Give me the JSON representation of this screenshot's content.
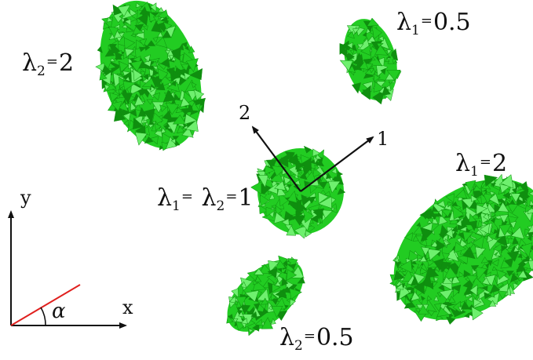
{
  "colors": {
    "blob": "#22cc22",
    "blob_dark": "#0f8f0f",
    "blob_light": "#6ef06e",
    "axes": "#111111",
    "angle_line": "#e0201e",
    "background": "#ffffff"
  },
  "labels": {
    "top_left": {
      "lambda": "λ",
      "sub": "2",
      "eq": "=",
      "value": "2"
    },
    "top_right": {
      "lambda": "λ",
      "sub": "1",
      "eq": "=",
      "value": "0.5"
    },
    "center": {
      "lambda_a": "λ",
      "sub_a": "1",
      "eq_a": "=",
      "lambda_b": "λ",
      "sub_b": "2",
      "eq_b": "=",
      "value": "1"
    },
    "right": {
      "lambda": "λ",
      "sub": "1",
      "eq": "=",
      "value": "2"
    },
    "bottom": {
      "lambda": "λ",
      "sub": "2",
      "eq": "=",
      "value": "0.5"
    }
  },
  "principal_axes": {
    "axis_1": "1",
    "axis_2": "2"
  },
  "frame": {
    "x_label": "x",
    "y_label": "y",
    "angle_label": "α"
  }
}
